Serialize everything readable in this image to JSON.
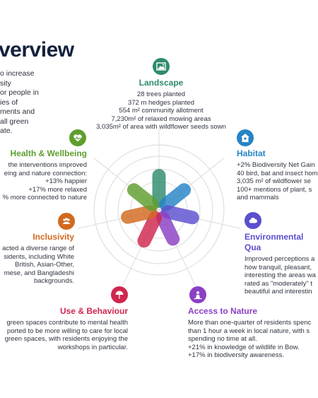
{
  "page": {
    "title": "verview",
    "intro_lines": [
      "o increase",
      "sity",
      "or people in",
      "ies of",
      "ments and",
      "all green",
      "ate."
    ]
  },
  "sections": {
    "landscape": {
      "heading": "Landscape",
      "color": "#2e8b6e",
      "icon": "landscape-picture-icon",
      "lines": [
        "28 trees planted",
        "372 m hedges planted",
        "554 m² community allotment",
        "7,230m² of relaxed mowing areas",
        "3,035m² of area with wildflower seeds sown"
      ]
    },
    "habitat": {
      "heading": "Habitat",
      "color": "#2584c6",
      "icon": "bird-house-icon",
      "lines": [
        "+2% Biodiversity Net Gain",
        "40 bird, bat and insect hom",
        "3,035 m² of wildflower se",
        "100+ mentions of plant, s",
        "and mammals"
      ]
    },
    "environmental": {
      "heading": "Environmental Qua",
      "color": "#5b4fcf",
      "icon": "cloud-icon",
      "lines": [
        "Improved perceptions a",
        "how tranquil, pleasant,",
        "interesting the areas wa",
        "rated as \"moderately\" t",
        "beautiful and interestin"
      ]
    },
    "access": {
      "heading": "Access to Nature",
      "color": "#8a3fc4",
      "icon": "person-nature-icon",
      "lines": [
        "More than one-quarter of residents spenc",
        "than 1 hour a week in local nature, with s",
        "spending no time at all.",
        "+21% in knowledge of wildlife in Bow.",
        "+17% in biodiversity awareness."
      ]
    },
    "use": {
      "heading": "Use & Behaviour",
      "color": "#d0264e",
      "icon": "beach-umbrella-icon",
      "lines": [
        "green spaces contribute to mental health",
        "ported to be more willing to care for local",
        "green spaces, with residents enjoying the",
        "workshops in particular."
      ]
    },
    "inclusivity": {
      "heading": "Inclusivity",
      "color": "#d2691e",
      "icon": "people-group-icon",
      "lines": [
        "acted a diverse range of",
        "sidents, including White",
        "British, Asian-Other,",
        "mese, and Bangladeshi",
        "backgrounds."
      ]
    },
    "health": {
      "heading": "Health & Wellbeing",
      "color": "#5e9e2e",
      "icon": "heart-pulse-icon",
      "lines": [
        "the interventions improved",
        "eing and nature connection:",
        "+13% happier",
        "+17% more relaxed",
        "% more connected to nature"
      ]
    }
  },
  "petal_order": [
    "landscape",
    "habitat",
    "environmental",
    "access",
    "use",
    "inclusivity",
    "health"
  ],
  "petal_levels": [
    0.55,
    0.52,
    0.55,
    0.52,
    0.55,
    0.52,
    0.52
  ]
}
